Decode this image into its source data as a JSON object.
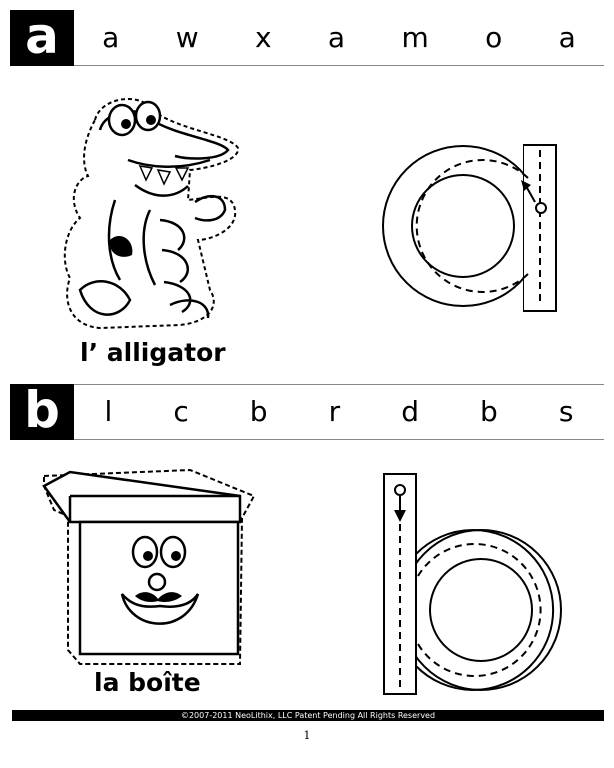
{
  "section_a": {
    "letter": "a",
    "sequence": [
      "a",
      "w",
      "x",
      "a",
      "m",
      "o",
      "a"
    ],
    "caption": "l’ alligator"
  },
  "section_b": {
    "letter": "b",
    "sequence": [
      "l",
      "c",
      "b",
      "r",
      "d",
      "b",
      "s"
    ],
    "caption": "la boîte"
  },
  "footer": {
    "copyright": "©2007-2011  NeoLithix, LLC  Patent Pending  All Rights Reserved",
    "page_number": "1"
  },
  "icons": {
    "picture_a": "alligator-illustration",
    "picture_b": "smiling-box-illustration",
    "trace_a": "letter-a-tracing-guide",
    "trace_b": "letter-b-tracing-guide"
  }
}
